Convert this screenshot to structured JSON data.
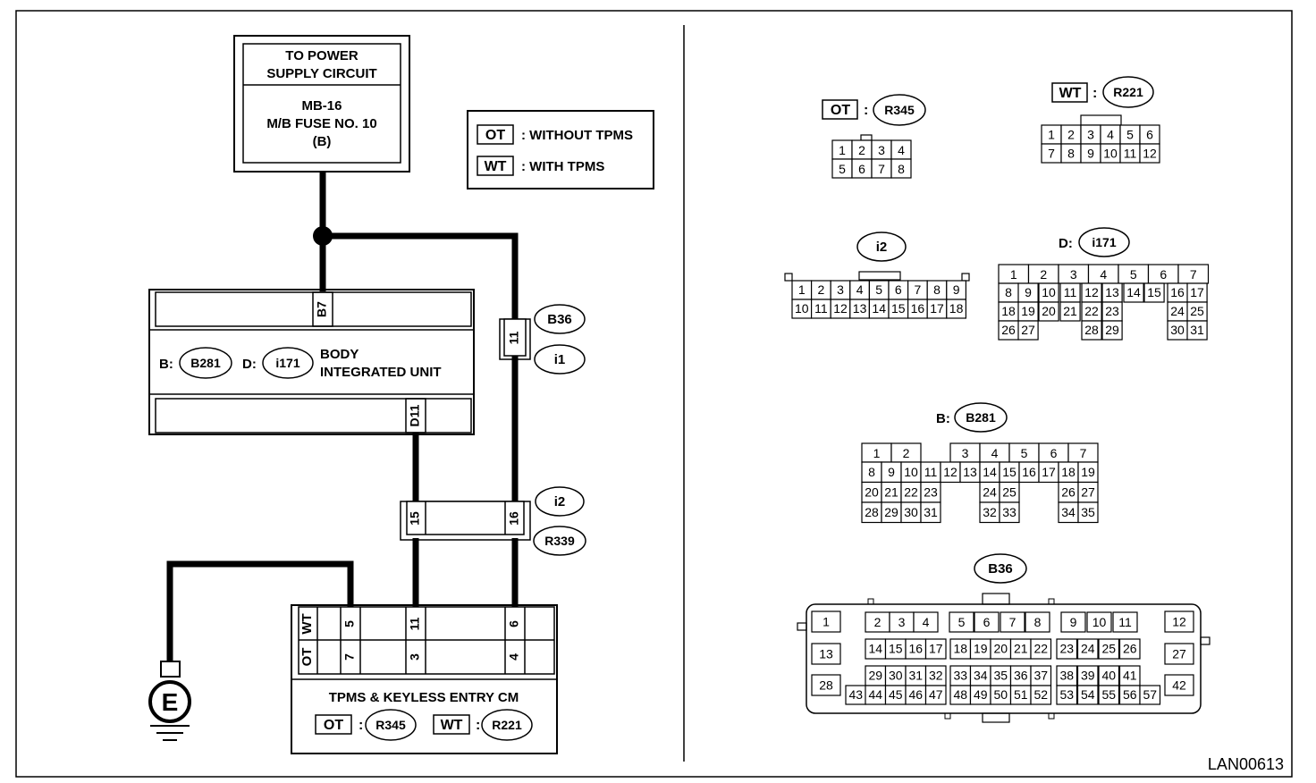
{
  "figure_id": "LAN00613",
  "power_box": {
    "line1": "TO POWER",
    "line2": "SUPPLY CIRCUIT",
    "line3": "MB-16",
    "line4": "M/B FUSE NO. 10",
    "line5": "(B)"
  },
  "legend": [
    {
      "code": "OT",
      "desc": ": WITHOUT TPMS"
    },
    {
      "code": "WT",
      "desc": ": WITH TPMS"
    }
  ],
  "body_unit": {
    "b_prefix": "B:",
    "b_conn": "B281",
    "d_prefix": "D:",
    "d_conn": "i171",
    "name1": "BODY",
    "name2": "INTEGRATED UNIT",
    "pin_top": "B7",
    "pin_bottom": "D11"
  },
  "conn_b36_i1": {
    "pin": "11",
    "label_a": "B36",
    "label_b": "i1"
  },
  "conn_i2_r339": {
    "pin_left": "15",
    "pin_right": "16",
    "label_a": "i2",
    "label_b": "R339"
  },
  "tpms_unit": {
    "row_wt": "WT",
    "row_ot": "OT",
    "wt_pins": [
      "5",
      "11",
      "6"
    ],
    "ot_pins": [
      "7",
      "3",
      "4"
    ],
    "name": "TPMS & KEYLESS ENTRY CM",
    "ot_code": "OT",
    "ot_conn": "R345",
    "wt_code": "WT",
    "wt_conn": "R221"
  },
  "ground": "E",
  "connectors": {
    "r345": {
      "code": "OT",
      "sep": ":",
      "label": "R345"
    },
    "r221": {
      "code": "WT",
      "sep": ":",
      "label": "R221"
    },
    "i2": {
      "label": "i2"
    },
    "i171": {
      "prefix": "D:",
      "label": "i171"
    },
    "b281": {
      "prefix": "B:",
      "label": "B281"
    },
    "b36": {
      "label": "B36"
    }
  }
}
